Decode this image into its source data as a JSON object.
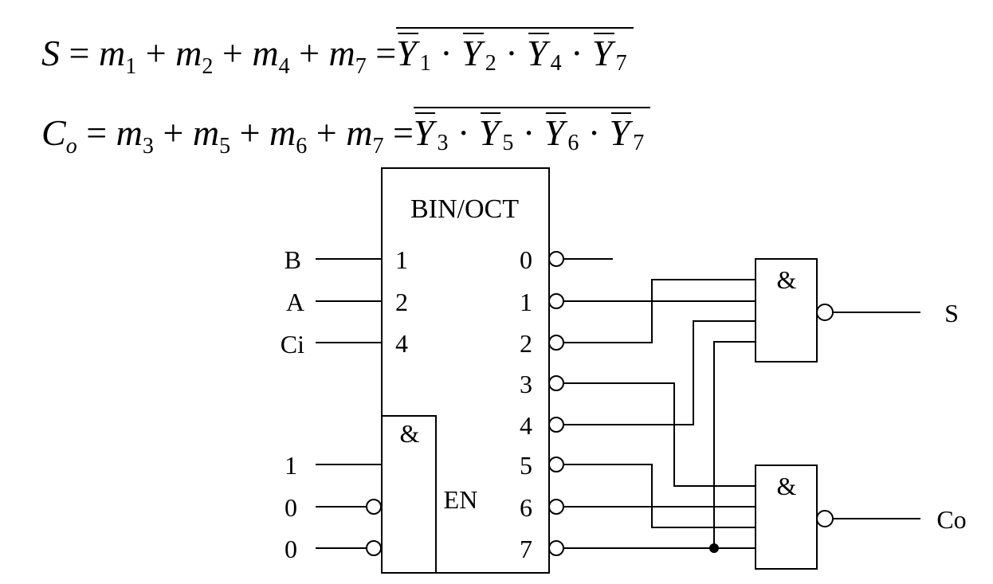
{
  "equations": {
    "s": {
      "lhs": "S",
      "ms": [
        "1",
        "2",
        "4",
        "7"
      ],
      "ys": [
        "1",
        "2",
        "4",
        "7"
      ]
    },
    "co": {
      "lhs": "C",
      "lhs_sub": "o",
      "ms": [
        "3",
        "5",
        "6",
        "7"
      ],
      "ys": [
        "3",
        "5",
        "6",
        "7"
      ]
    },
    "m": "m",
    "y": "Y",
    "eq": "=",
    "plus": "+",
    "dot": "·"
  },
  "decoder": {
    "title": "BIN/OCT",
    "inputs": [
      {
        "name": "B",
        "pin": "1"
      },
      {
        "name": "A",
        "pin": "2"
      },
      {
        "name": "Ci",
        "pin": "4"
      }
    ],
    "outputs": [
      "0",
      "1",
      "2",
      "3",
      "4",
      "5",
      "6",
      "7"
    ],
    "enable": {
      "gate": "&",
      "label": "EN",
      "inputs": [
        "1",
        "0",
        "0"
      ]
    }
  },
  "gates": {
    "s": {
      "symbol": "&",
      "output": "S"
    },
    "co": {
      "symbol": "&",
      "output": "Co"
    }
  }
}
